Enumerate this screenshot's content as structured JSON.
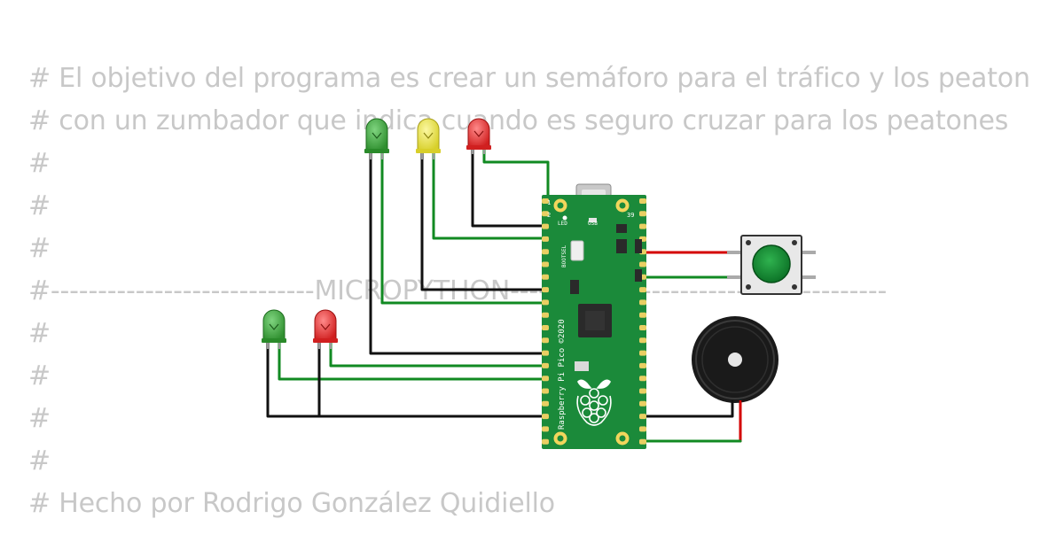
{
  "code_lines": [
    "# El objetivo del programa es crear un semáforo para el tráfico y los peaton",
    "# con un zumbador que indica cuando es seguro cruzar para los peatones",
    "#",
    "#",
    "#",
    "#----------------------------MICROPYTHON----------------------------------------",
    "#",
    "#",
    "#",
    "#",
    "# Hecho por Rodrigo González Quidiello"
  ],
  "board": {
    "board_text": "Raspberry Pi Pico ©2020",
    "usb_label": "USB",
    "led_label": "LED",
    "bootsel_label": "BOOTSEL",
    "pin1": "1",
    "pin2": "2",
    "pin39": "39"
  },
  "colors": {
    "board_green": "#1b8a3a",
    "wire_green": "#118a22",
    "wire_black": "#111111",
    "wire_red": "#d40000",
    "led_green": "#2f9d2f",
    "led_yellow": "#e8e23a",
    "led_red": "#e02a2a",
    "button_cap": "#0e8a2e",
    "code_text": "#c8c8c8"
  }
}
